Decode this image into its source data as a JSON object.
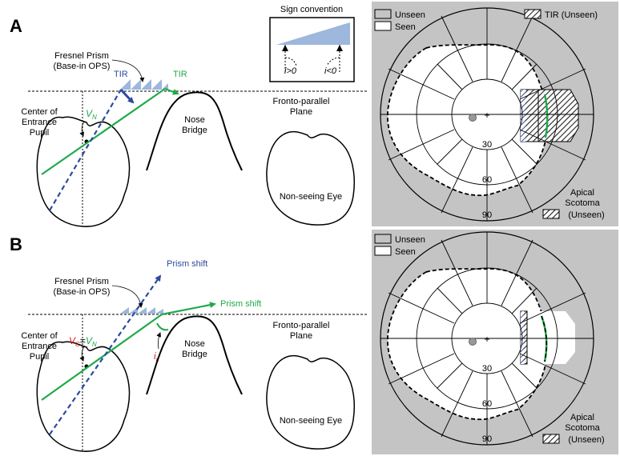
{
  "panels": [
    {
      "letter": "A",
      "prism_label_line1": "Fresnel Prism",
      "prism_label_line2": "(Base-in OPS)",
      "tir_blue": "TIR",
      "tir_green": "TIR",
      "pupil_line1": "Center of",
      "pupil_line2": "Entrance",
      "pupil_line3": "Pupil",
      "angle_label": "V",
      "angle_sub": "N",
      "nose_line1": "Nose",
      "nose_line2": "Bridge",
      "plane_line1": "Fronto-parallel",
      "plane_line2": "Plane",
      "nonseeing": "Non-seeing Eye",
      "sign_title": "Sign convention",
      "sign_pos": "i>0",
      "sign_neg": "i<0"
    },
    {
      "letter": "B",
      "prism_label_line1": "Fresnel Prism",
      "prism_label_line2": "(Base-in OPS)",
      "shift_blue": "Prism shift",
      "shift_green": "Prism shift",
      "pupil_line1": "Center of",
      "pupil_line2": "Entrance",
      "pupil_line3": "Pupil",
      "angle_vc": "V",
      "angle_vc_sub": "C",
      "angle_eq": "=",
      "angle_vn": "V",
      "angle_vn_sub": "N",
      "ic": "i",
      "ic_sub": "c",
      "nose_line1": "Nose",
      "nose_line2": "Bridge",
      "plane_line1": "Fronto-parallel",
      "plane_line2": "Plane",
      "nonseeing": "Non-seeing Eye"
    }
  ],
  "fields": [
    {
      "legend_unseen": "Unseen",
      "legend_seen": "Seen",
      "legend_tir": "TIR (Unseen)",
      "ring_labels": [
        "30",
        "60",
        "90"
      ],
      "apical_line1": "Apical",
      "apical_line2": "Scotoma",
      "apical_line3": "(Unseen)"
    },
    {
      "legend_unseen": "Unseen",
      "legend_seen": "Seen",
      "ring_labels": [
        "30",
        "60",
        "90"
      ],
      "apical_line1": "Apical",
      "apical_line2": "Scotoma",
      "apical_line3": "(Unseen)"
    }
  ],
  "colors": {
    "green": "#1faa4a",
    "blue": "#2e4a9e",
    "prism": "#9db7dd",
    "field_bg": "#c4c4c4",
    "red": "#e02020"
  }
}
